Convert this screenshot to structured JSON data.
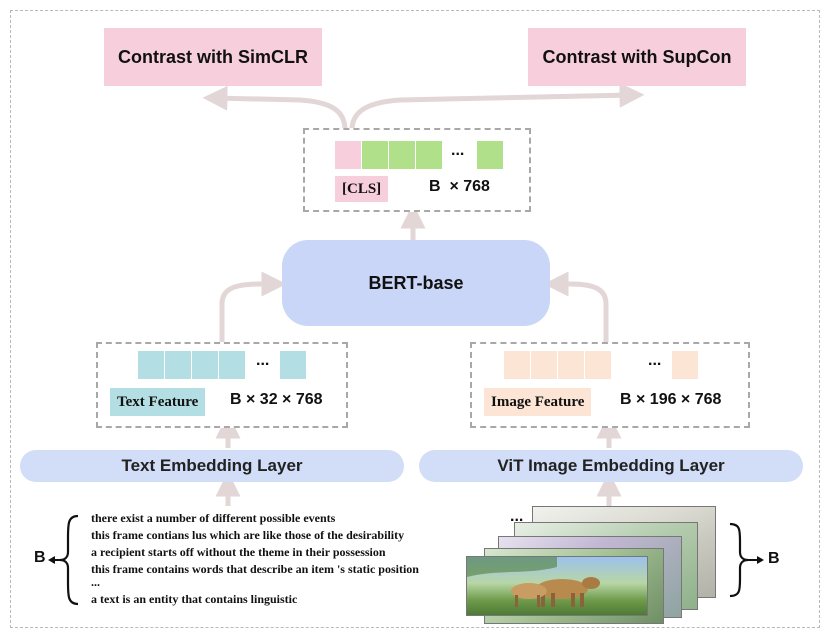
{
  "diagram": {
    "top_left_box": "Contrast with SimCLR",
    "top_right_box": "Contrast with SupCon",
    "cls_block": {
      "dots": "...",
      "cls_label": "[CLS]",
      "shape": "B  × 768"
    },
    "bert_box": "BERT-base",
    "text_feature": {
      "dots": "...",
      "label": "Text Feature",
      "shape": "B × 32 × 768"
    },
    "image_feature": {
      "dots": "...",
      "label": "Image Feature",
      "shape": "B × 196 × 768"
    },
    "text_embedding_layer": "Text Embedding Layer",
    "vit_embedding_layer": "ViT Image Embedding Layer",
    "text_inputs": [
      "there exist a number of different possible events",
      "this frame contians lus which are like those of the desirability",
      "a recipient starts off without the theme in their possession",
      "this frame contains words that describe an item 's static position",
      "...",
      "a text is an entity that contains linguistic"
    ],
    "left_batch_label": "B",
    "right_batch_label": "B",
    "image_stack_dots": "...",
    "colors": {
      "pink": "#f7cfdc",
      "green": "#b0e08a",
      "teal": "#b3dfe4",
      "peach": "#fde5d6",
      "bert_blue": "#c9d6f8",
      "pill_blue": "#d2ddf8",
      "arrow": "#e3d6d6"
    }
  }
}
